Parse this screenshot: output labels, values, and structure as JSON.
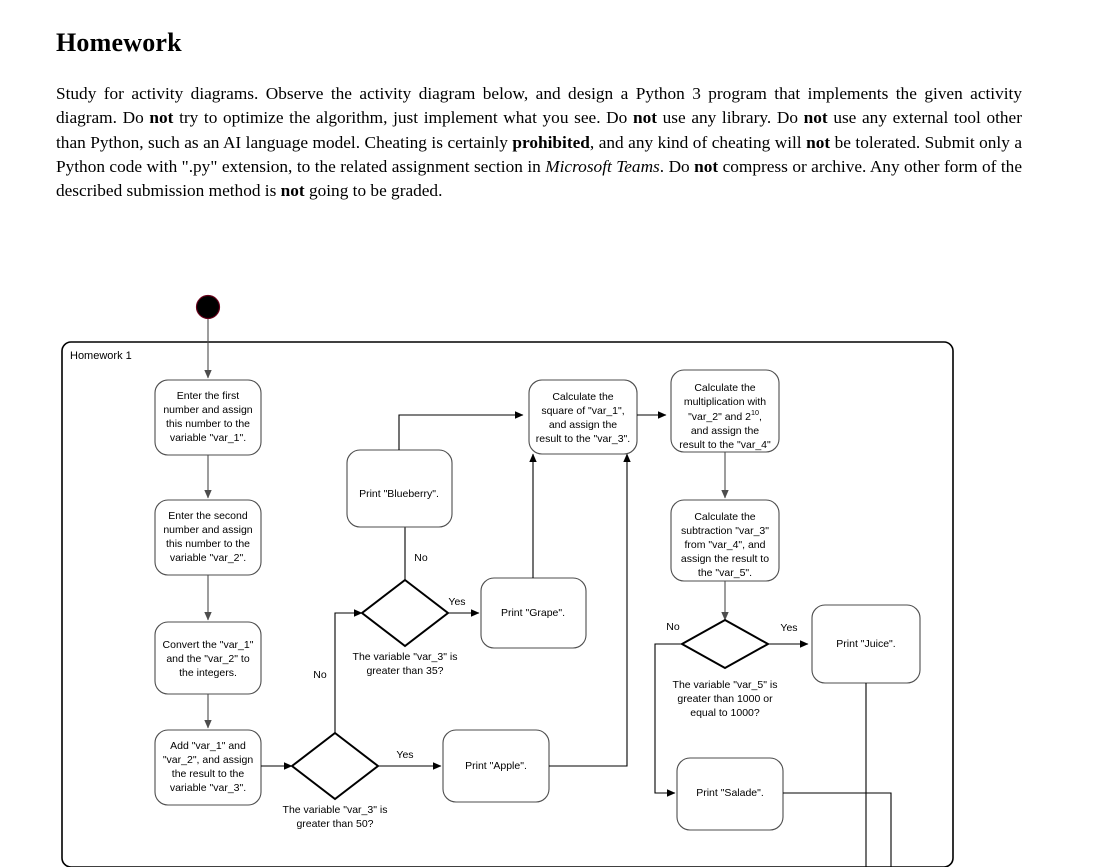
{
  "document": {
    "title": "Homework",
    "paragraph_segments": [
      {
        "text": "Study for activity diagrams. Observe the activity diagram below, and design a Python 3 program that implements the given activity diagram. Do ",
        "style": "normal"
      },
      {
        "text": "not",
        "style": "bold"
      },
      {
        "text": " try to optimize the algorithm, just implement what you see. Do ",
        "style": "normal"
      },
      {
        "text": "not",
        "style": "bold"
      },
      {
        "text": " use any library. Do ",
        "style": "normal"
      },
      {
        "text": "not",
        "style": "bold"
      },
      {
        "text": " use any external tool other than Python, such as an AI language model. Cheating is certainly ",
        "style": "normal"
      },
      {
        "text": "prohibited",
        "style": "bold"
      },
      {
        "text": ", and any kind of cheating will ",
        "style": "normal"
      },
      {
        "text": "not",
        "style": "bold"
      },
      {
        "text": " be tolerated. Submit only a Python code with \".py\" extension, to the related assignment section in ",
        "style": "normal"
      },
      {
        "text": "Microsoft Teams",
        "style": "italic"
      },
      {
        "text": ". Do ",
        "style": "normal"
      },
      {
        "text": "not",
        "style": "bold"
      },
      {
        "text": " compress or archive. Any other form of the described submission method is ",
        "style": "normal"
      },
      {
        "text": "not",
        "style": "bold"
      },
      {
        "text": " going to be graded.",
        "style": "normal"
      }
    ]
  },
  "diagram": {
    "frame_label": "Homework 1",
    "start_node": "filled-circle-start",
    "nodes": {
      "enter_first": "Enter the first number and assign this number to the variable \"var_1\".",
      "enter_second": "Enter the second number and assign this number to the variable \"var_2\".",
      "convert": "Convert the \"var_1\" and the \"var_2\" to the integers.",
      "add": "Add \"var_1\" and \"var_2\", and assign the result to the variable \"var_3\".",
      "print_blueberry": "Print \"Blueberry\".",
      "print_grape": "Print \"Grape\".",
      "print_apple": "Print \"Apple\".",
      "square": "Calculate the square of \"var_1\", and assign the result to the \"var_3\".",
      "multiplication_lines": [
        "Calculate the",
        "multiplication with",
        "\"var_2\" and 2",
        "and assign the",
        "result to the \"var_4\""
      ],
      "multiplication_exponent": "10",
      "subtraction": "Calculate the subtraction \"var_3\" from \"var_4\", and assign the result to the \"var_5\".",
      "print_juice": "Print \"Juice\".",
      "print_salade": "Print \"Salade\"."
    },
    "decisions": {
      "var3_gt_50": "The variable \"var_3\" is greater than 50?",
      "var3_gt_35": "The variable \"var_3\" is greater than 35?",
      "var5_ge_1000": "The variable \"var_5\" is greater than 1000 or equal to 1000?"
    },
    "edge_labels": {
      "d50_yes": "Yes",
      "d50_no": "No",
      "d35_yes": "Yes",
      "d35_no": "No",
      "d1000_yes": "Yes",
      "d1000_no": "No"
    },
    "colors": {
      "box_stroke": "#4d4d4d",
      "diamond_stroke": "#000000",
      "frame_stroke": "#000000",
      "start_fill": "#000000",
      "start_stroke": "#66001a",
      "background": "#ffffff"
    }
  }
}
